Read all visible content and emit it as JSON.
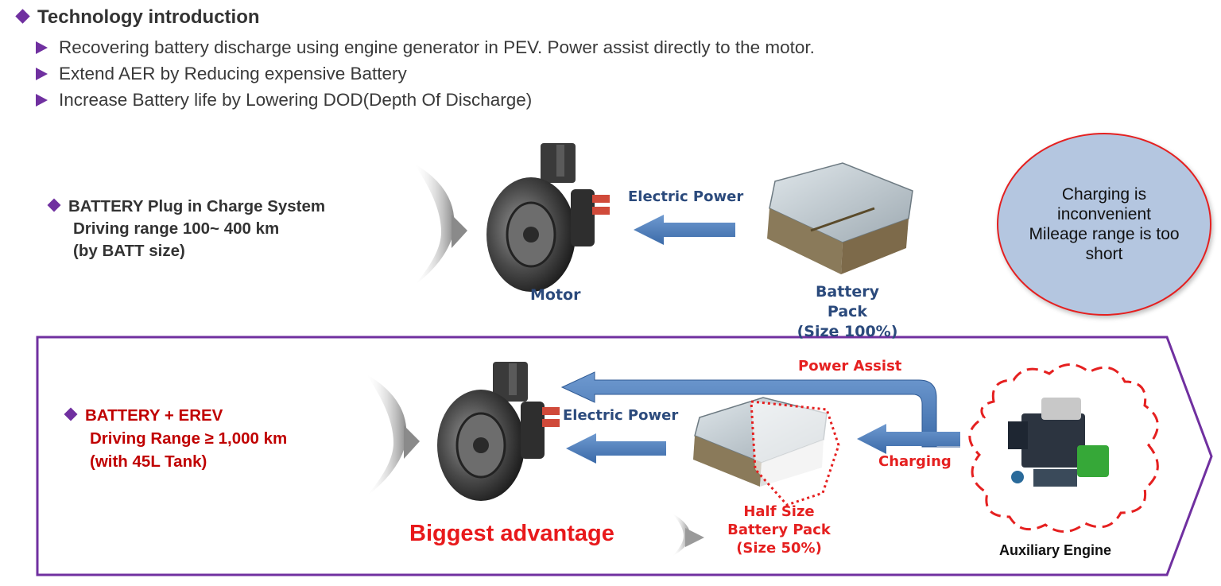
{
  "intro": {
    "title": "Technology introduction",
    "bullets": [
      "Recovering battery discharge using engine generator in PEV. Power assist directly to the motor.",
      "Extend AER by Reducing expensive Battery",
      "Increase Battery life by Lowering DOD(Depth Of Discharge)"
    ]
  },
  "plugin_system": {
    "title": "BATTERY Plug in Charge System",
    "line1": "Driving range 100~ 400 km",
    "line2": "(by BATT size)",
    "arrow_label": "Electric Power",
    "motor_label": "Motor",
    "battery_label_1": "Battery Pack",
    "battery_label_2": "(Size 100%)"
  },
  "callout": {
    "line1": "Charging is",
    "line2": "inconvenient",
    "line3": "Mileage range is too",
    "line4": "short"
  },
  "erev_system": {
    "title": "BATTERY + EREV",
    "line1": "Driving Range ≥ 1,000 km",
    "line2": "(with 45L Tank)",
    "power_assist_label": "Power Assist",
    "electric_power_label": "Electric Power",
    "charging_label": "Charging",
    "half_battery_1": "Half Size",
    "half_battery_2": "Battery Pack",
    "half_battery_3": "(Size 50%)",
    "engine_label": "Auxiliary Engine",
    "advantage": "Biggest advantage"
  },
  "colors": {
    "accent_purple": "#7030a0",
    "arrow_blue": "#4f81bd",
    "erev_red": "#c00000",
    "advantage_red": "#e8191b",
    "label_blue": "#2b4a7c"
  }
}
